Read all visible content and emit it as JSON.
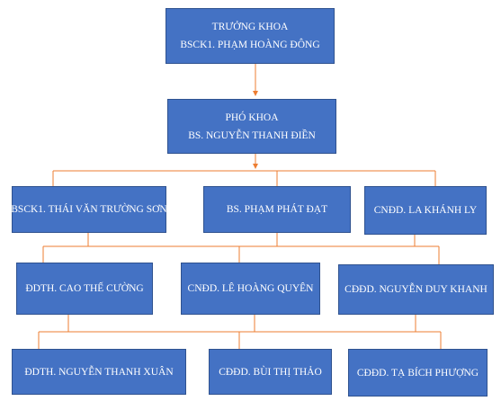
{
  "colors": {
    "box_fill": "#4472c4",
    "box_border": "#2f528f",
    "connector": "#ed7d31",
    "text": "#ffffff"
  },
  "org": {
    "head": {
      "title": "TRƯỞNG KHOA",
      "name": "BSCK1. PHẠM HOÀNG ĐÔNG"
    },
    "deputy": {
      "title": "PHÓ KHOA",
      "name": "BS. NGUYỄN THANH ĐIỀN"
    },
    "level2": [
      {
        "name": "BSCK1. THÁI VĂN TRƯỜNG SƠN"
      },
      {
        "name": "BS. PHẠM PHÁT ĐẠT"
      },
      {
        "name": "CNĐD. LA KHÁNH LY"
      }
    ],
    "level3": [
      {
        "name": "ĐDTH. CAO THẾ CƯỜNG"
      },
      {
        "name": "CNĐD. LÊ HOÀNG QUYÊN"
      },
      {
        "name": "CĐĐD. NGUYỄN DUY KHANH"
      }
    ],
    "level4": [
      {
        "name": "ĐDTH. NGUYỄN THANH XUÂN"
      },
      {
        "name": "CĐĐD. BÙI THỊ THẢO"
      },
      {
        "name": "CĐĐD. TẠ BÍCH PHƯỢNG"
      }
    ]
  }
}
